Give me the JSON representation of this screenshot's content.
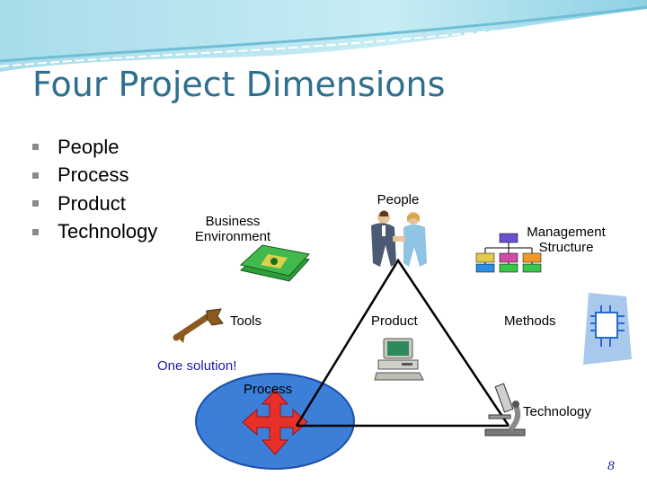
{
  "slide": {
    "title": "Four Project Dimensions",
    "bullets": [
      "People",
      "Process",
      "Product",
      "Technology"
    ],
    "page_number": "8"
  },
  "diagram": {
    "labels": {
      "people": "People",
      "business_line1": "Business",
      "business_line2": "Environment",
      "management_line1": "Management",
      "management_line2": "Structure",
      "tools": "Tools",
      "product": "Product",
      "methods": "Methods",
      "one_solution": "One solution!",
      "process": "Process",
      "technology": "Technology"
    },
    "colors": {
      "title": "#2e6e8e",
      "one_solution_text": "#1a1aa6",
      "process_ellipse": "#3b7fd8",
      "arrows": "#e8302a",
      "triangle": "#000000"
    },
    "icons": [
      "handshake-people-icon",
      "money-stack-icon",
      "org-chart-icon",
      "wrench-icon",
      "computer-icon",
      "circuit-board-icon",
      "microscope-icon",
      "four-way-arrow-icon"
    ]
  }
}
